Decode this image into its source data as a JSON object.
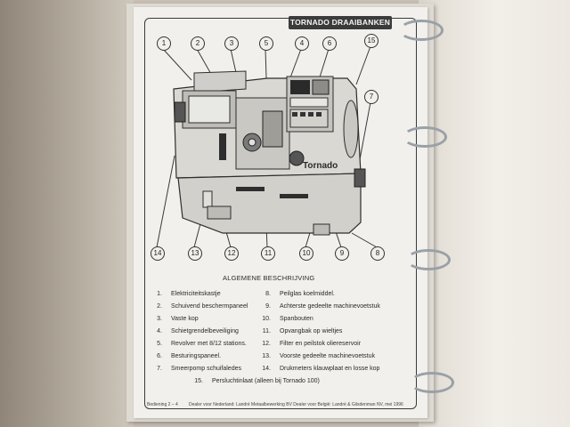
{
  "header": {
    "title": "TORNADO DRAAIBANKEN"
  },
  "diagram": {
    "brand": "Tornado",
    "callouts": [
      "1",
      "2",
      "3",
      "5",
      "4",
      "6",
      "15",
      "7",
      "14",
      "13",
      "12",
      "11",
      "10",
      "9",
      "8"
    ]
  },
  "caption": "ALGEMENE BESCHRIJVING",
  "legend_left": [
    {
      "num": "1.",
      "text": "Elektriciteitskastje"
    },
    {
      "num": "2.",
      "text": "Schuivend beschermpaneel"
    },
    {
      "num": "3.",
      "text": "Vaste kop"
    },
    {
      "num": "4.",
      "text": "Schietgrendelbeveiliging"
    },
    {
      "num": "5.",
      "text": "Revolver met 8/12 stations."
    },
    {
      "num": "6.",
      "text": "Besturingspaneel."
    },
    {
      "num": "7.",
      "text": "Smeerpomp schuifaledes"
    }
  ],
  "legend_right": [
    {
      "num": "8.",
      "text": "Peilglas koelmiddel."
    },
    {
      "num": "9.",
      "text": "Achterste gedeelte machinevoetstuk"
    },
    {
      "num": "10.",
      "text": "Spanbouten"
    },
    {
      "num": "11.",
      "text": "Opvangbak op wieltjes"
    },
    {
      "num": "12.",
      "text": "Filter en peilstok oliereservoir"
    },
    {
      "num": "13.",
      "text": "Voorste gedeelte machinevoetstuk"
    },
    {
      "num": "14.",
      "text": "Drukmeters klauwplaat en losse kop"
    }
  ],
  "legend_last": {
    "num": "15.",
    "text": "Persluchtinlaat (alleen bij Tornado 100)"
  },
  "footer": {
    "left": "Bediening 2 – 4",
    "right": "Dealer voor Nederland: Landré Metaalbewerking BV Dealer voor België: Landré & Gilsdenman NV, mei 1996"
  }
}
